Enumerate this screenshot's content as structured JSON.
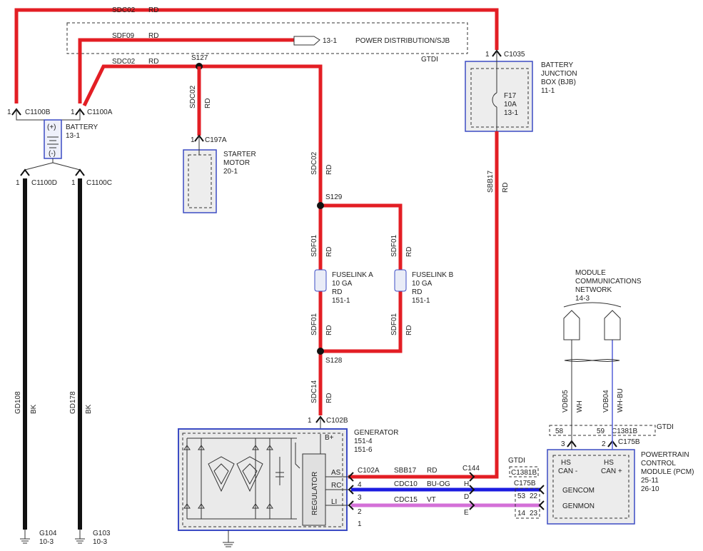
{
  "wires": {
    "sdc02_top": {
      "circuit": "SDC02",
      "color": "RD"
    },
    "sdf09": {
      "circuit": "SDF09",
      "color": "RD"
    },
    "sdc02_mid": {
      "circuit": "SDC02",
      "color": "RD"
    },
    "sdc02_starter": {
      "circuit": "SDC02",
      "color": "RD"
    },
    "sdc02_gen": {
      "circuit": "SDC02",
      "color": "RD"
    },
    "sdf01_a_top": {
      "circuit": "SDF01",
      "color": "RD"
    },
    "sdf01_b_top": {
      "circuit": "SDF01",
      "color": "RD"
    },
    "sdf01_a_bot": {
      "circuit": "SDF01",
      "color": "RD"
    },
    "sdf01_b_bot": {
      "circuit": "SDF01",
      "color": "RD"
    },
    "sdc14": {
      "circuit": "SDC14",
      "color": "RD"
    },
    "sbb17_vert": {
      "circuit": "SBB17",
      "color": "RD"
    },
    "gd108": {
      "circuit": "GD108",
      "color": "BK"
    },
    "gd178": {
      "circuit": "GD178",
      "color": "BK"
    },
    "vdb05": {
      "circuit": "VDB05",
      "color": "WH"
    },
    "vdb04": {
      "circuit": "VDB04",
      "color": "WH-BU"
    },
    "sbb17_h": {
      "circuit": "SBB17",
      "color": "RD"
    },
    "cdc10": {
      "circuit": "CDC10",
      "color": "BU-OG"
    },
    "cdc15": {
      "circuit": "CDC15",
      "color": "VT"
    }
  },
  "gtdi": "GTDI",
  "power_dist": {
    "pin": "13-1",
    "label": "POWER DISTRIBUTION/SJB"
  },
  "connectors": {
    "c1100b": {
      "pin": "1",
      "name": "C1100B"
    },
    "c1100a": {
      "pin": "1",
      "name": "C1100A"
    },
    "c1100d": {
      "pin": "1",
      "name": "C1100D"
    },
    "c1100c": {
      "pin": "1",
      "name": "C1100C"
    },
    "c1035": {
      "pin": "1",
      "name": "C1035"
    },
    "c197a": {
      "pin": "1",
      "name": "C197A"
    },
    "c102b": {
      "pin": "1",
      "name": "C102B"
    },
    "c102a": "C102A",
    "c144": "C144",
    "c175b": "C175B",
    "c1381b": "C1381B"
  },
  "splices": {
    "s127": "S127",
    "s129": "S129",
    "s128": "S128"
  },
  "battery": {
    "name": "BATTERY",
    "ref": "13-1",
    "plus": "(+)",
    "minus": "(-)"
  },
  "bjb": {
    "line1": "BATTERY",
    "line2": "JUNCTION",
    "line3": "BOX (BJB)",
    "ref": "11-1",
    "fuse": "F17",
    "amp": "10A",
    "fuse_ref": "13-1"
  },
  "starter": {
    "line1": "STARTER",
    "line2": "MOTOR",
    "ref": "20-1"
  },
  "fuselink_a": {
    "name": "FUSELINK A",
    "gauge": "10 GA",
    "color": "RD",
    "ref": "151-1"
  },
  "fuselink_b": {
    "name": "FUSELINK B",
    "gauge": "10 GA",
    "color": "RD",
    "ref": "151-1"
  },
  "generator": {
    "name": "GENERATOR",
    "ref1": "151-4",
    "ref2": "151-6",
    "bplus": "B+",
    "regulator": "REGULATOR",
    "as": "AS",
    "rc": "RC",
    "li": "LI"
  },
  "network": {
    "line1": "MODULE",
    "line2": "COMMUNICATIONS",
    "line3": "NETWORK",
    "ref": "14-3"
  },
  "pcm": {
    "line1": "POWERTRAIN",
    "line2": "CONTROL",
    "line3": "MODULE (PCM)",
    "ref1": "25-11",
    "ref2": "26-10",
    "hs_can_minus_1": "HS",
    "hs_can_minus_2": "CAN -",
    "hs_can_plus_1": "HS",
    "hs_can_plus_2": "CAN +",
    "gencom": "GENCOM",
    "genmon": "GENMON"
  },
  "pins": {
    "gen_as": "4",
    "gen_rc": "3",
    "gen_li": "2",
    "gen_li2": "1",
    "c144_h": "H",
    "c144_d": "D",
    "c144_e": "E",
    "p53": "53",
    "p14": "14",
    "p22": "22",
    "p23": "23",
    "p58": "58",
    "p59": "59",
    "p3": "3",
    "p2": "2"
  },
  "grounds": {
    "g104": "G104",
    "g104_ref": "10-3",
    "g103": "G103",
    "g103_ref": "10-3"
  }
}
